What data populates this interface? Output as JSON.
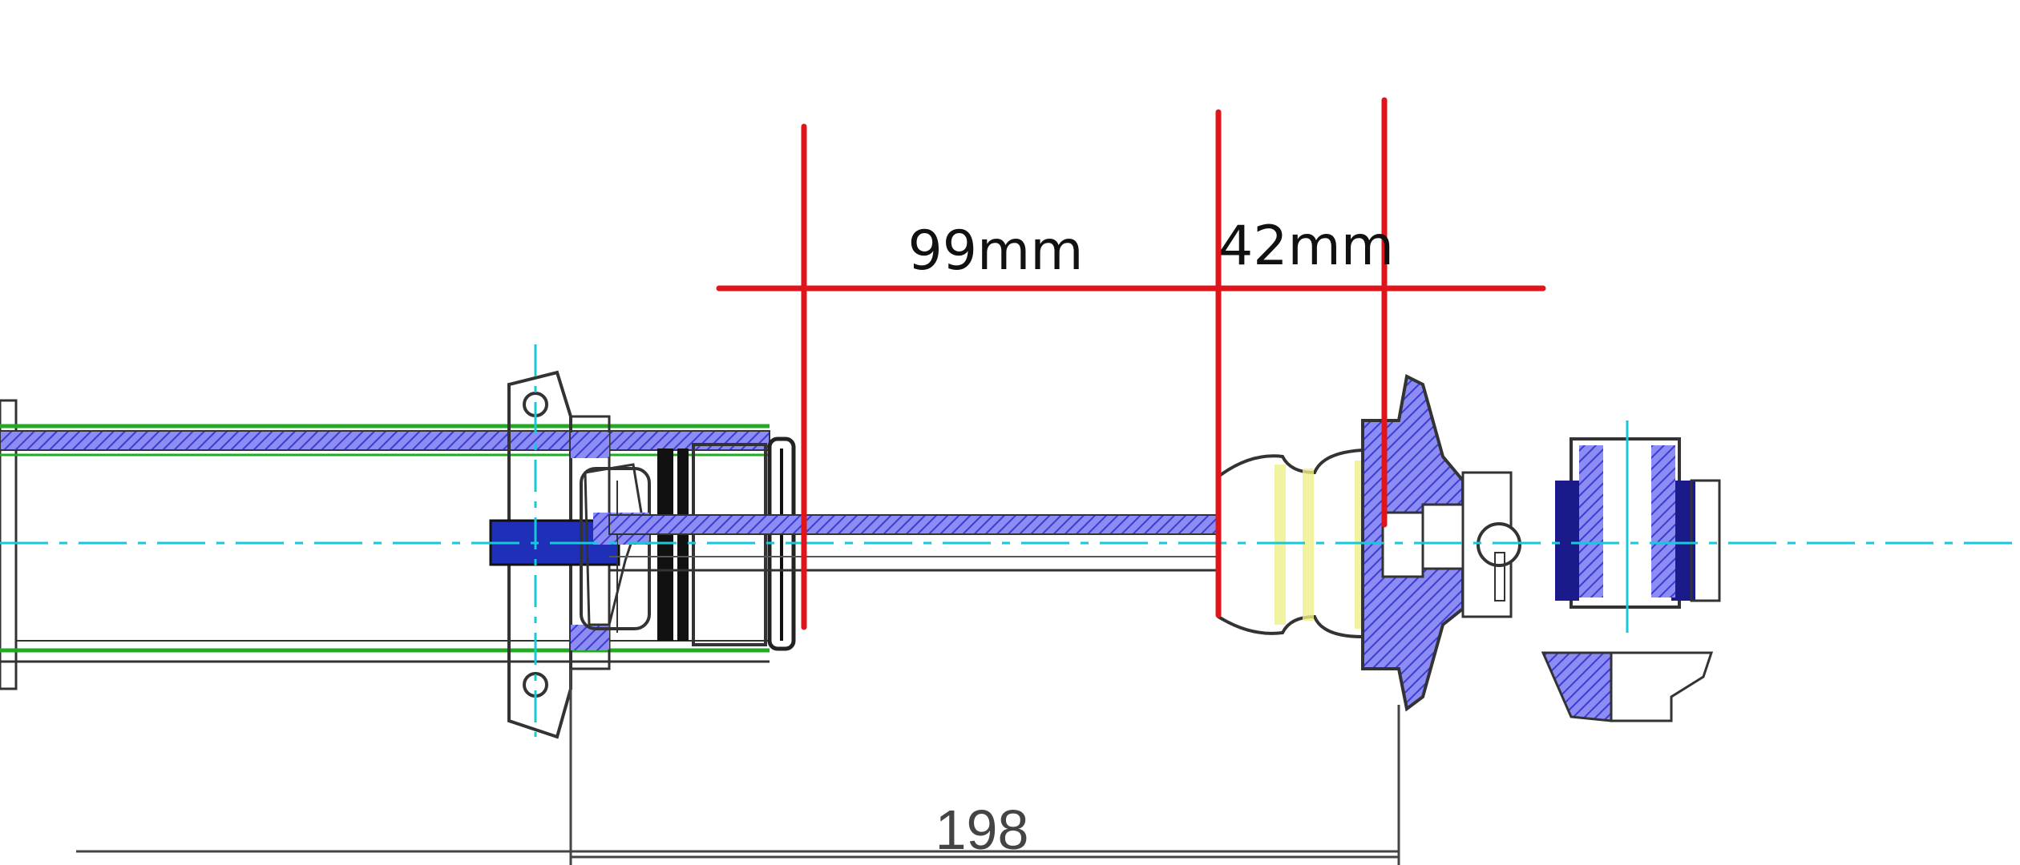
{
  "annotations": {
    "dim_a": "99mm",
    "dim_b": "42mm",
    "dim_overall": "198"
  },
  "colors": {
    "annotation_red": "#e0141b",
    "section_blue": "#5555dd",
    "hatch_blue": "#3b3bd6",
    "centerline_cyan": "#16c8d8",
    "outline_green": "#22aa22",
    "bumpstop_yellow": "#eef08a",
    "line_dark": "#333333"
  }
}
